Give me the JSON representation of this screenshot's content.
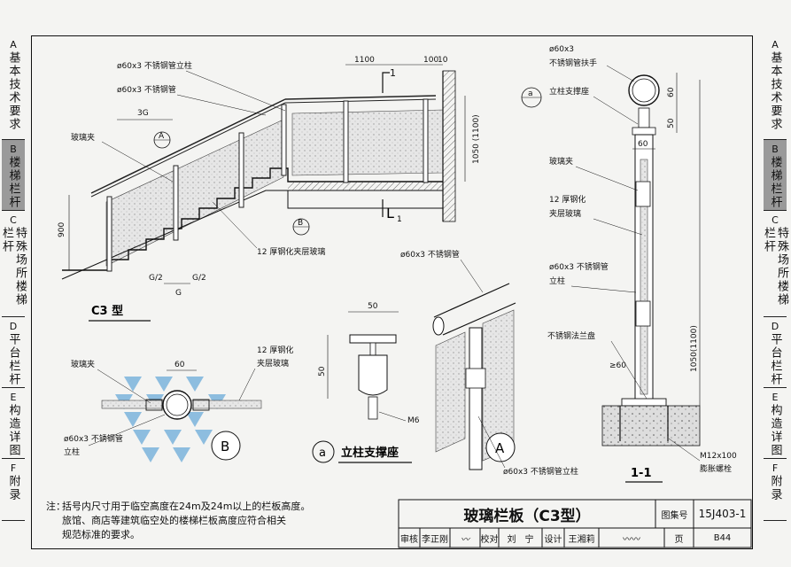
{
  "sidebar_sections": [
    {
      "letter": "A",
      "text": "基本技术要求"
    },
    {
      "letter": "B",
      "text": "楼梯栏杆"
    },
    {
      "letter": "C",
      "text": "特殊场所楼梯栏杆"
    },
    {
      "letter": "D",
      "text": "平台栏杆"
    },
    {
      "letter": "E",
      "text": "构造详图"
    },
    {
      "letter": "F",
      "text": "附录"
    }
  ],
  "active_section": "B",
  "labels": {
    "post_top": "ø60x3 不锈钢管立柱",
    "tube_top": "ø60x3 不锈钢管",
    "clip": "玻璃夹",
    "dim_3g": "3G",
    "dim_1100": "1100",
    "dim_100": "100",
    "dim_10": "10",
    "section_mark_1": "1",
    "dim_1050_1100": "1050 (1100)",
    "l1": "L",
    "l1_sub": "1",
    "dim_900": "900",
    "glass_12": "12 厚钢化夹层玻璃",
    "g2a": "G/2",
    "g2b": "G/2",
    "g": "G",
    "c3_type": "C3 型",
    "callout_a": "A",
    "callout_b": "B",
    "callout_a_small": "a",
    "r_handrail_1": "ø60x3",
    "r_handrail_2": "不锈钢管扶手",
    "r_support": "立柱支撑座",
    "r_clip": "玻璃夹",
    "r_glass_1": "12 厚钢化",
    "r_glass_2": "夹层玻璃",
    "r_post_1": "ø60x3 不锈钢管",
    "r_post_2": "立柱",
    "r_flange": "不锈钢法兰盘",
    "r_bolt_1": "M12x100",
    "r_bolt_2": "膨胀螺栓",
    "r_dim_60": "60",
    "r_dim_50": "50",
    "r_dim_60b": "60",
    "r_dim_1050": "1050(1100)",
    "r_dim_ge60": "≥60",
    "sec_11": "1-1",
    "b_clip": "玻璃夹",
    "b_dim60": "60",
    "b_glass_1": "12 厚钢化",
    "b_glass_2": "夹层玻璃",
    "b_post_1": "ø60x3 不锈钢管",
    "b_post_2": "立柱",
    "a_dim50": "50",
    "a_dim50v": "50",
    "a_m6": "M6",
    "a_title": "立柱支撑座",
    "p_tube": "ø60x3 不锈钢管",
    "p_post": "ø60x3 不锈钢管立柱"
  },
  "note": {
    "head": "注：",
    "lines": [
      "括号内尺寸用于临空高度在24m及24m以上的栏板高度。",
      "旅馆、商店等建筑临空处的楼梯栏板高度应符合相关",
      "规范标准的要求。"
    ]
  },
  "title_block": {
    "title": "玻璃栏板（C3型）",
    "atlas_label": "图集号",
    "atlas_no": "15J403-1",
    "review_label": "审核",
    "reviewer": "李正刚",
    "check_label": "校对",
    "checker": "刘　宁",
    "design_label": "设计",
    "designer": "王湘莉",
    "page_label": "页",
    "page_no": "B44"
  }
}
